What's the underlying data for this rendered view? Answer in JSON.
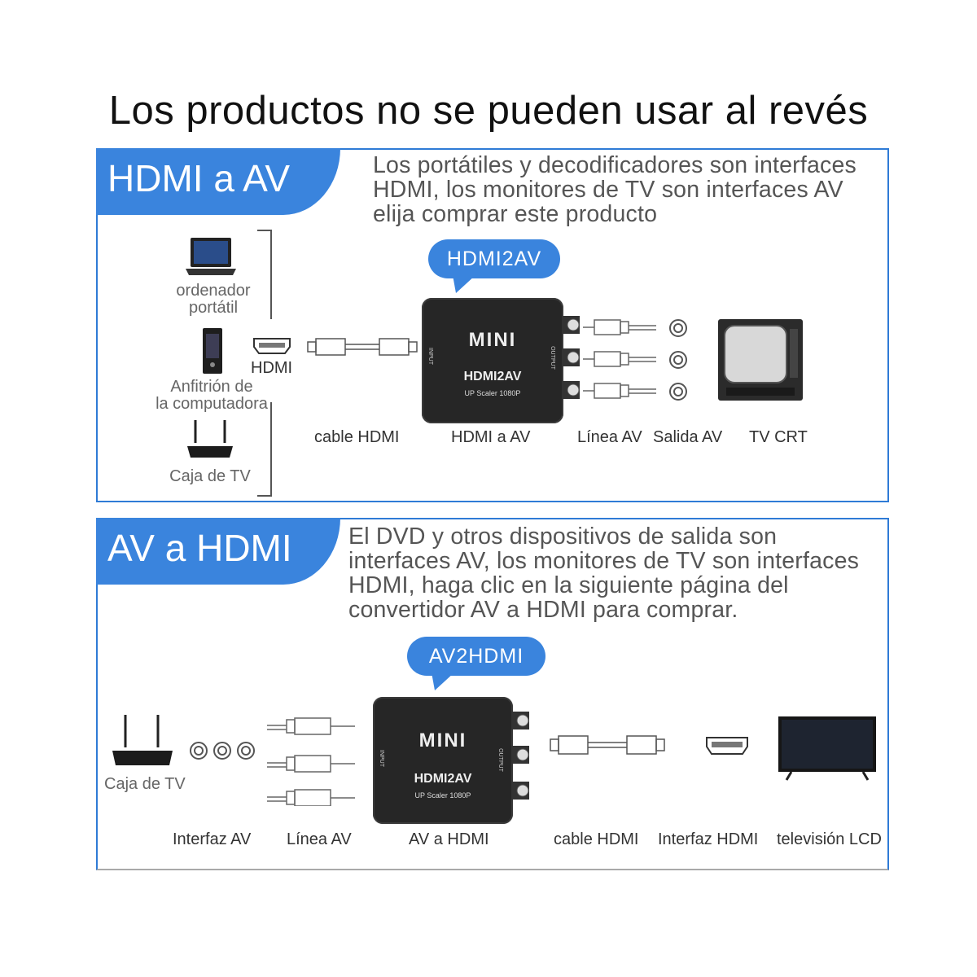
{
  "title": "Los productos no se pueden usar al revés",
  "panel1": {
    "tab": "HDMI a AV",
    "desc": [
      "Los portátiles y decodificadores son interfaces",
      "HDMI, los monitores de TV son interfaces AV",
      "elija comprar este producto"
    ],
    "bubble": "HDMI2AV",
    "sources": {
      "laptop_line1": "ordenador",
      "laptop_line2": "portátil",
      "host_line1": "Anfitrión de",
      "host_line2": "la computadora",
      "tvbox": "Caja de TV"
    },
    "hdmi_port": "HDMI",
    "device": {
      "brand": "MINI",
      "model": "HDMI2AV",
      "sub": "UP Scaler 1080P",
      "input": "INPUT",
      "output": "OUTPUT"
    },
    "labels": [
      "cable HDMI",
      "HDMI a AV",
      "Línea AV",
      "Salida AV",
      "TV CRT"
    ]
  },
  "panel2": {
    "tab": "AV a HDMI",
    "desc": [
      "El DVD y otros dispositivos de salida son",
      "interfaces AV, los monitores de TV son interfaces",
      "HDMI, haga clic en la siguiente página del",
      "convertidor AV a HDMI para comprar."
    ],
    "bubble": "AV2HDMI",
    "tvbox": "Caja de TV",
    "device": {
      "brand": "MINI",
      "model": "HDMI2AV",
      "sub": "UP Scaler 1080P",
      "input": "INPUT",
      "output": "OUTPUT"
    },
    "labels": [
      "Interfaz AV",
      "Línea AV",
      "AV a HDMI",
      "cable HDMI",
      "Interfaz HDMI",
      "televisión LCD"
    ]
  },
  "colors": {
    "accent": "#3a84dd",
    "border": "#2f7bd6",
    "device": "#262626"
  }
}
